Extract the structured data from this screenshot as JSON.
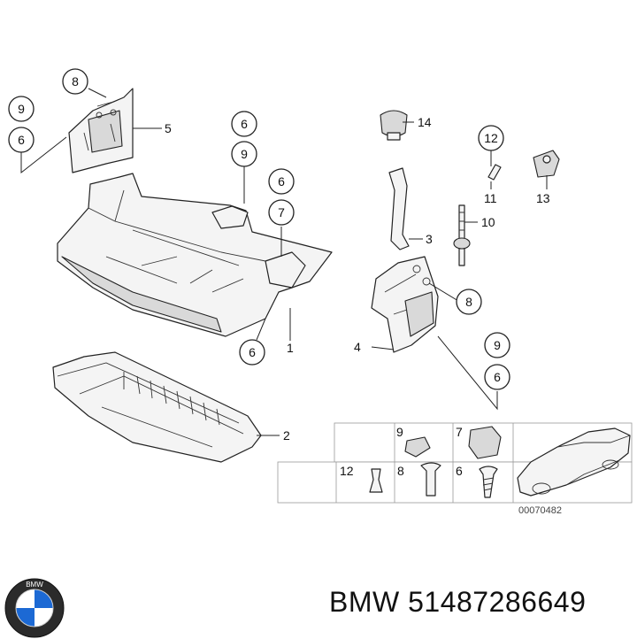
{
  "callouts": {
    "c_8_top": "8",
    "c_9_left": "9",
    "c_6_left": "6",
    "t_5": "5",
    "c_6_mid": "6",
    "c_9_mid": "9",
    "c_6_mid2": "6",
    "c_7_mid": "7",
    "c_6_bottom": "6",
    "t_1": "1",
    "t_2": "2",
    "t_14": "14",
    "c_12": "12",
    "t_11": "11",
    "t_13": "13",
    "t_3": "3",
    "t_10": "10",
    "c_8_right": "8",
    "t_4": "4",
    "c_9_right": "9",
    "c_6_right": "6"
  },
  "legend": {
    "row1": {
      "a": "9",
      "b": "7"
    },
    "row2": {
      "a": "12",
      "b": "8",
      "c": "6"
    },
    "ref_code": "00070482"
  },
  "brand": {
    "caption": "BMW 51487286649",
    "logo_letters": "BMW",
    "logo_blue": "#1c69d4",
    "logo_ring": "#2b2b2b"
  }
}
